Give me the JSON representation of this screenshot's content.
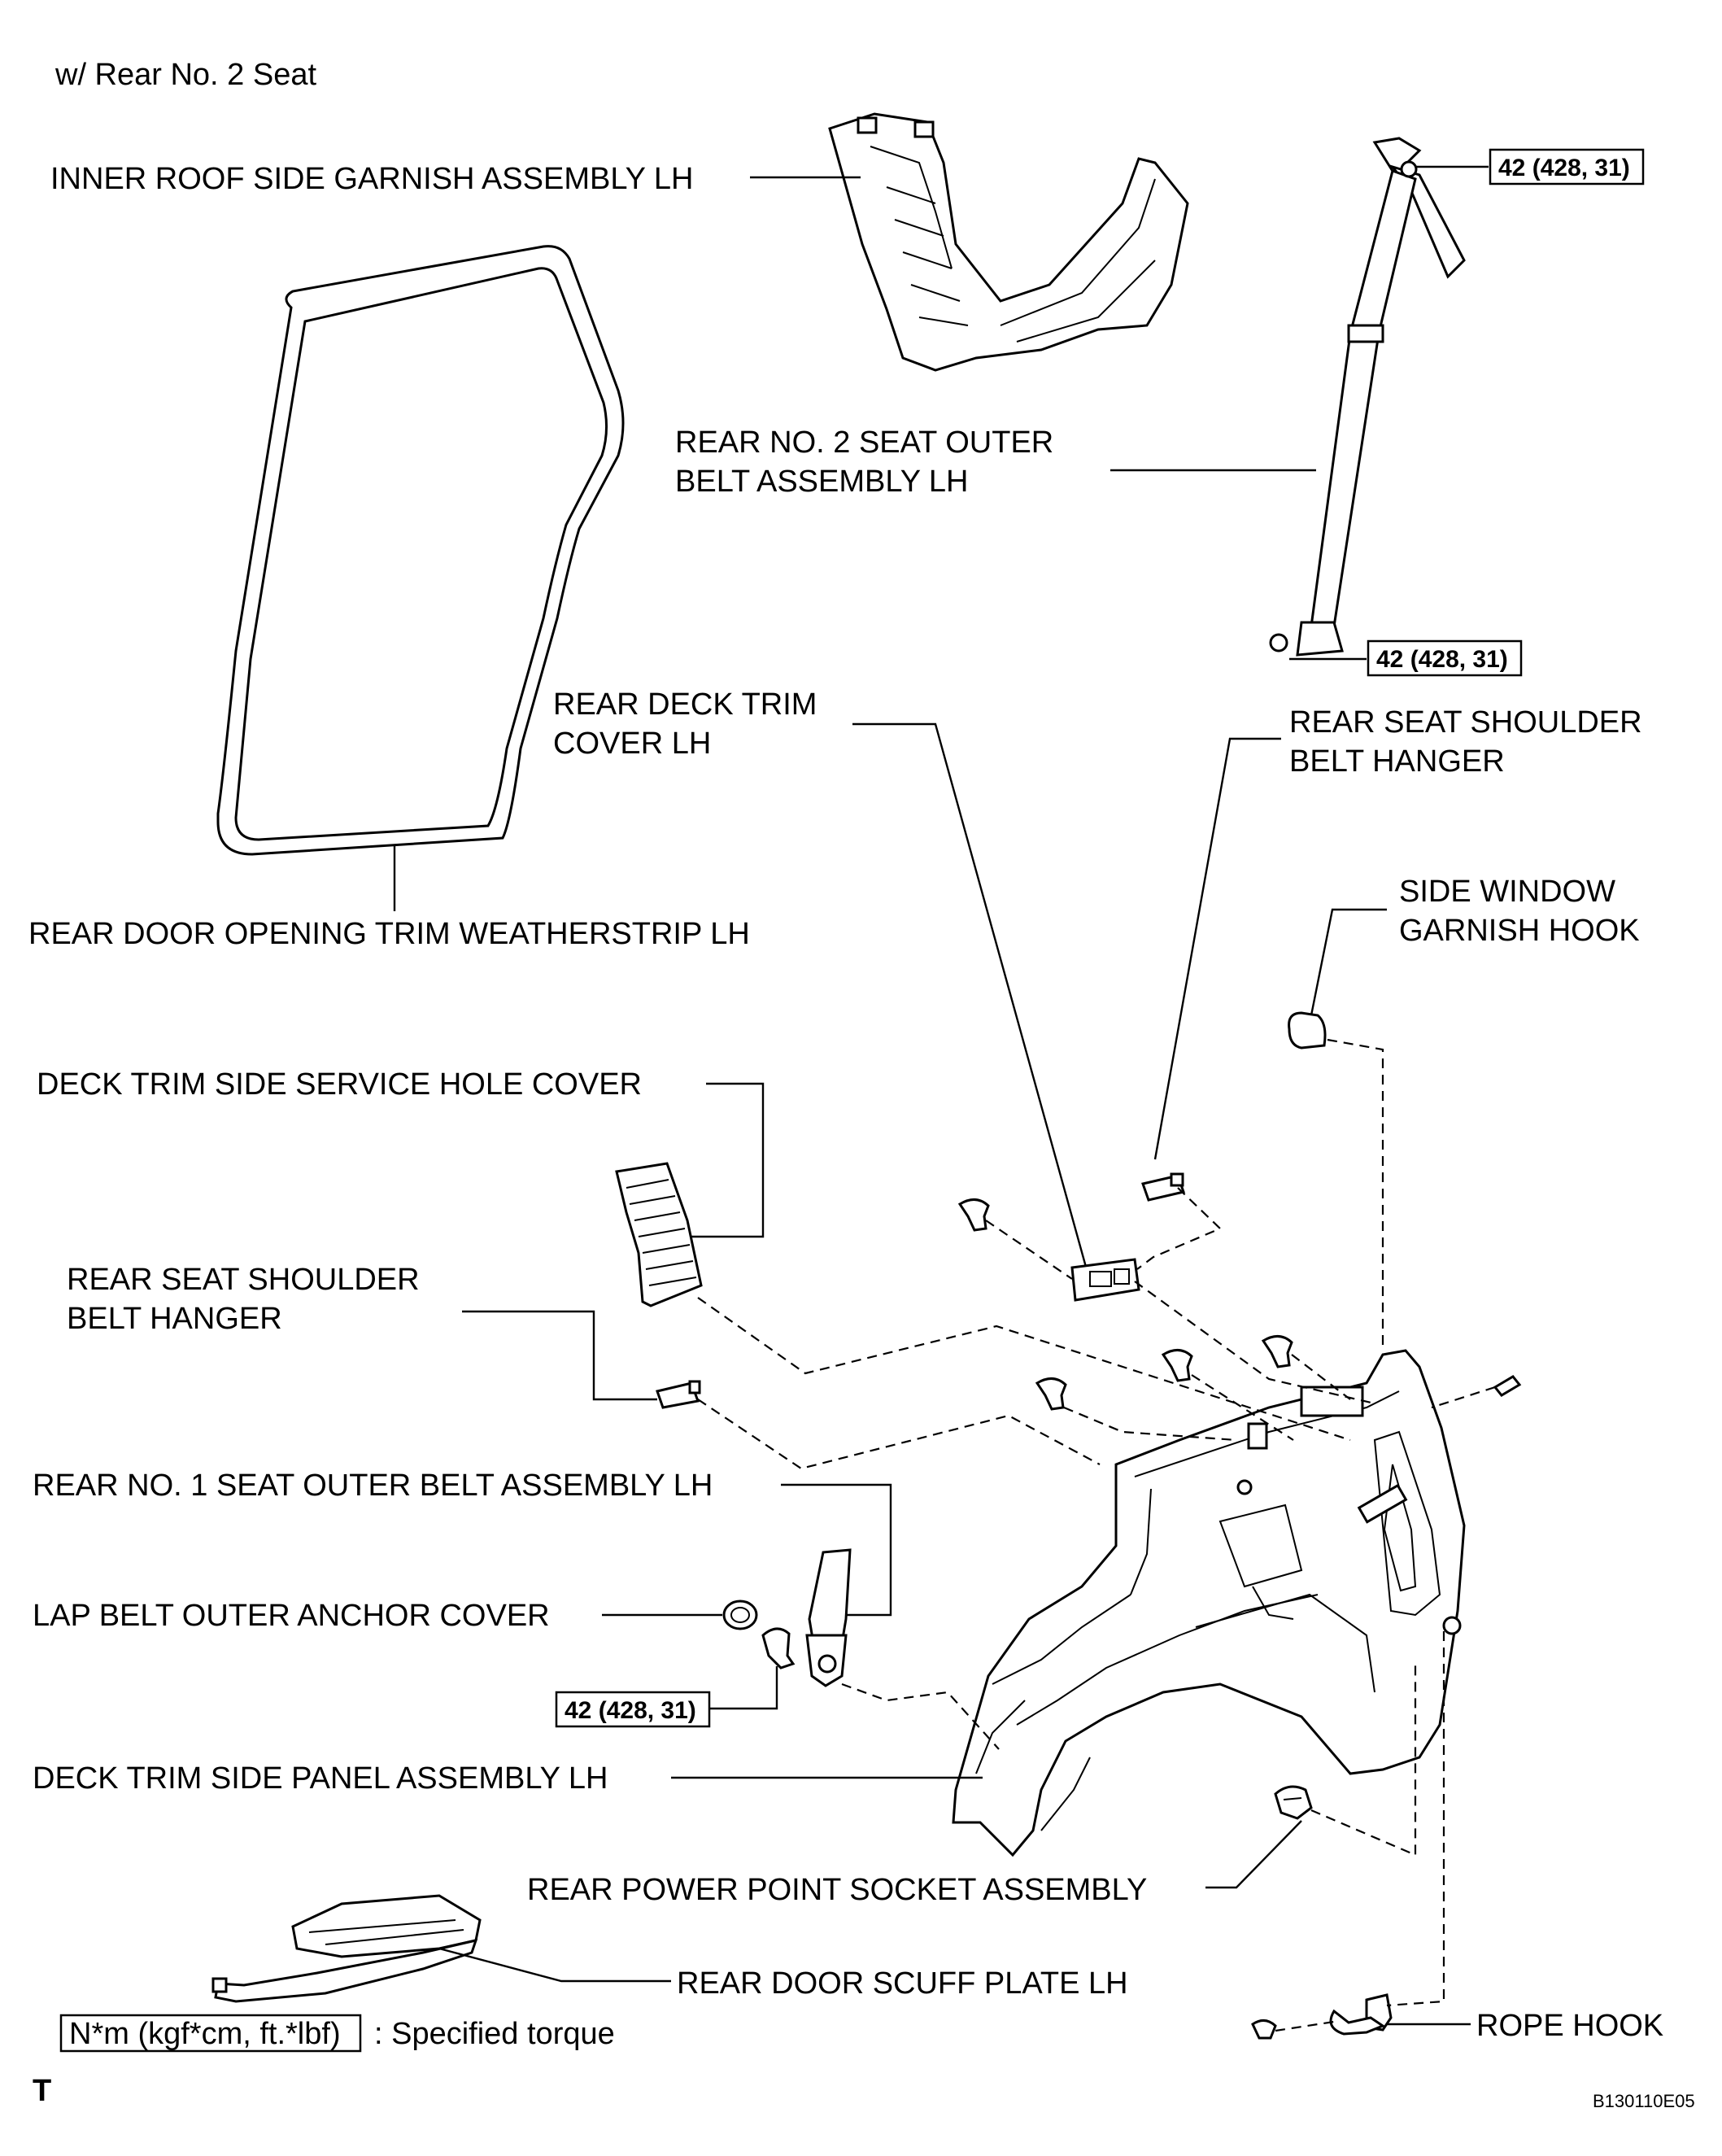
{
  "header": {
    "variant": "w/ Rear No. 2 Seat"
  },
  "labels": {
    "inner_roof_garnish": "INNER ROOF SIDE GARNISH ASSEMBLY LH",
    "rear2_outer_belt_line1": "REAR NO. 2 SEAT OUTER",
    "rear2_outer_belt_line2": "BELT ASSEMBLY LH",
    "rear_deck_trim_cover_line1": "REAR DECK TRIM",
    "rear_deck_trim_cover_line2": "COVER LH",
    "shoulder_hanger_right_line1": "REAR SEAT SHOULDER",
    "shoulder_hanger_right_line2": "BELT HANGER",
    "weatherstrip": "REAR DOOR OPENING TRIM WEATHERSTRIP LH",
    "side_window_hook_line1": "SIDE WINDOW",
    "side_window_hook_line2": "GARNISH HOOK",
    "service_hole_cover": "DECK TRIM SIDE SERVICE HOLE COVER",
    "shoulder_hanger_left_line1": "REAR SEAT SHOULDER",
    "shoulder_hanger_left_line2": "BELT HANGER",
    "rear1_outer_belt": "REAR NO. 1 SEAT OUTER BELT ASSEMBLY LH",
    "lap_belt_cover": "LAP BELT OUTER ANCHOR COVER",
    "deck_trim_panel": "DECK TRIM SIDE PANEL ASSEMBLY LH",
    "power_point_socket": "REAR POWER POINT SOCKET ASSEMBLY",
    "scuff_plate": "REAR DOOR SCUFF PLATE LH",
    "rope_hook": "ROPE HOOK"
  },
  "torque": {
    "upper_anchor": "42 (428, 31)",
    "lower_anchor": "42 (428, 31)",
    "rear1_anchor": "42 (428, 31)"
  },
  "legend": {
    "unit_box": "N*m (kgf*cm, ft.*lbf)",
    "description": ": Specified torque"
  },
  "footer": {
    "corner_mark": "T",
    "figure_id": "B130110E05"
  }
}
